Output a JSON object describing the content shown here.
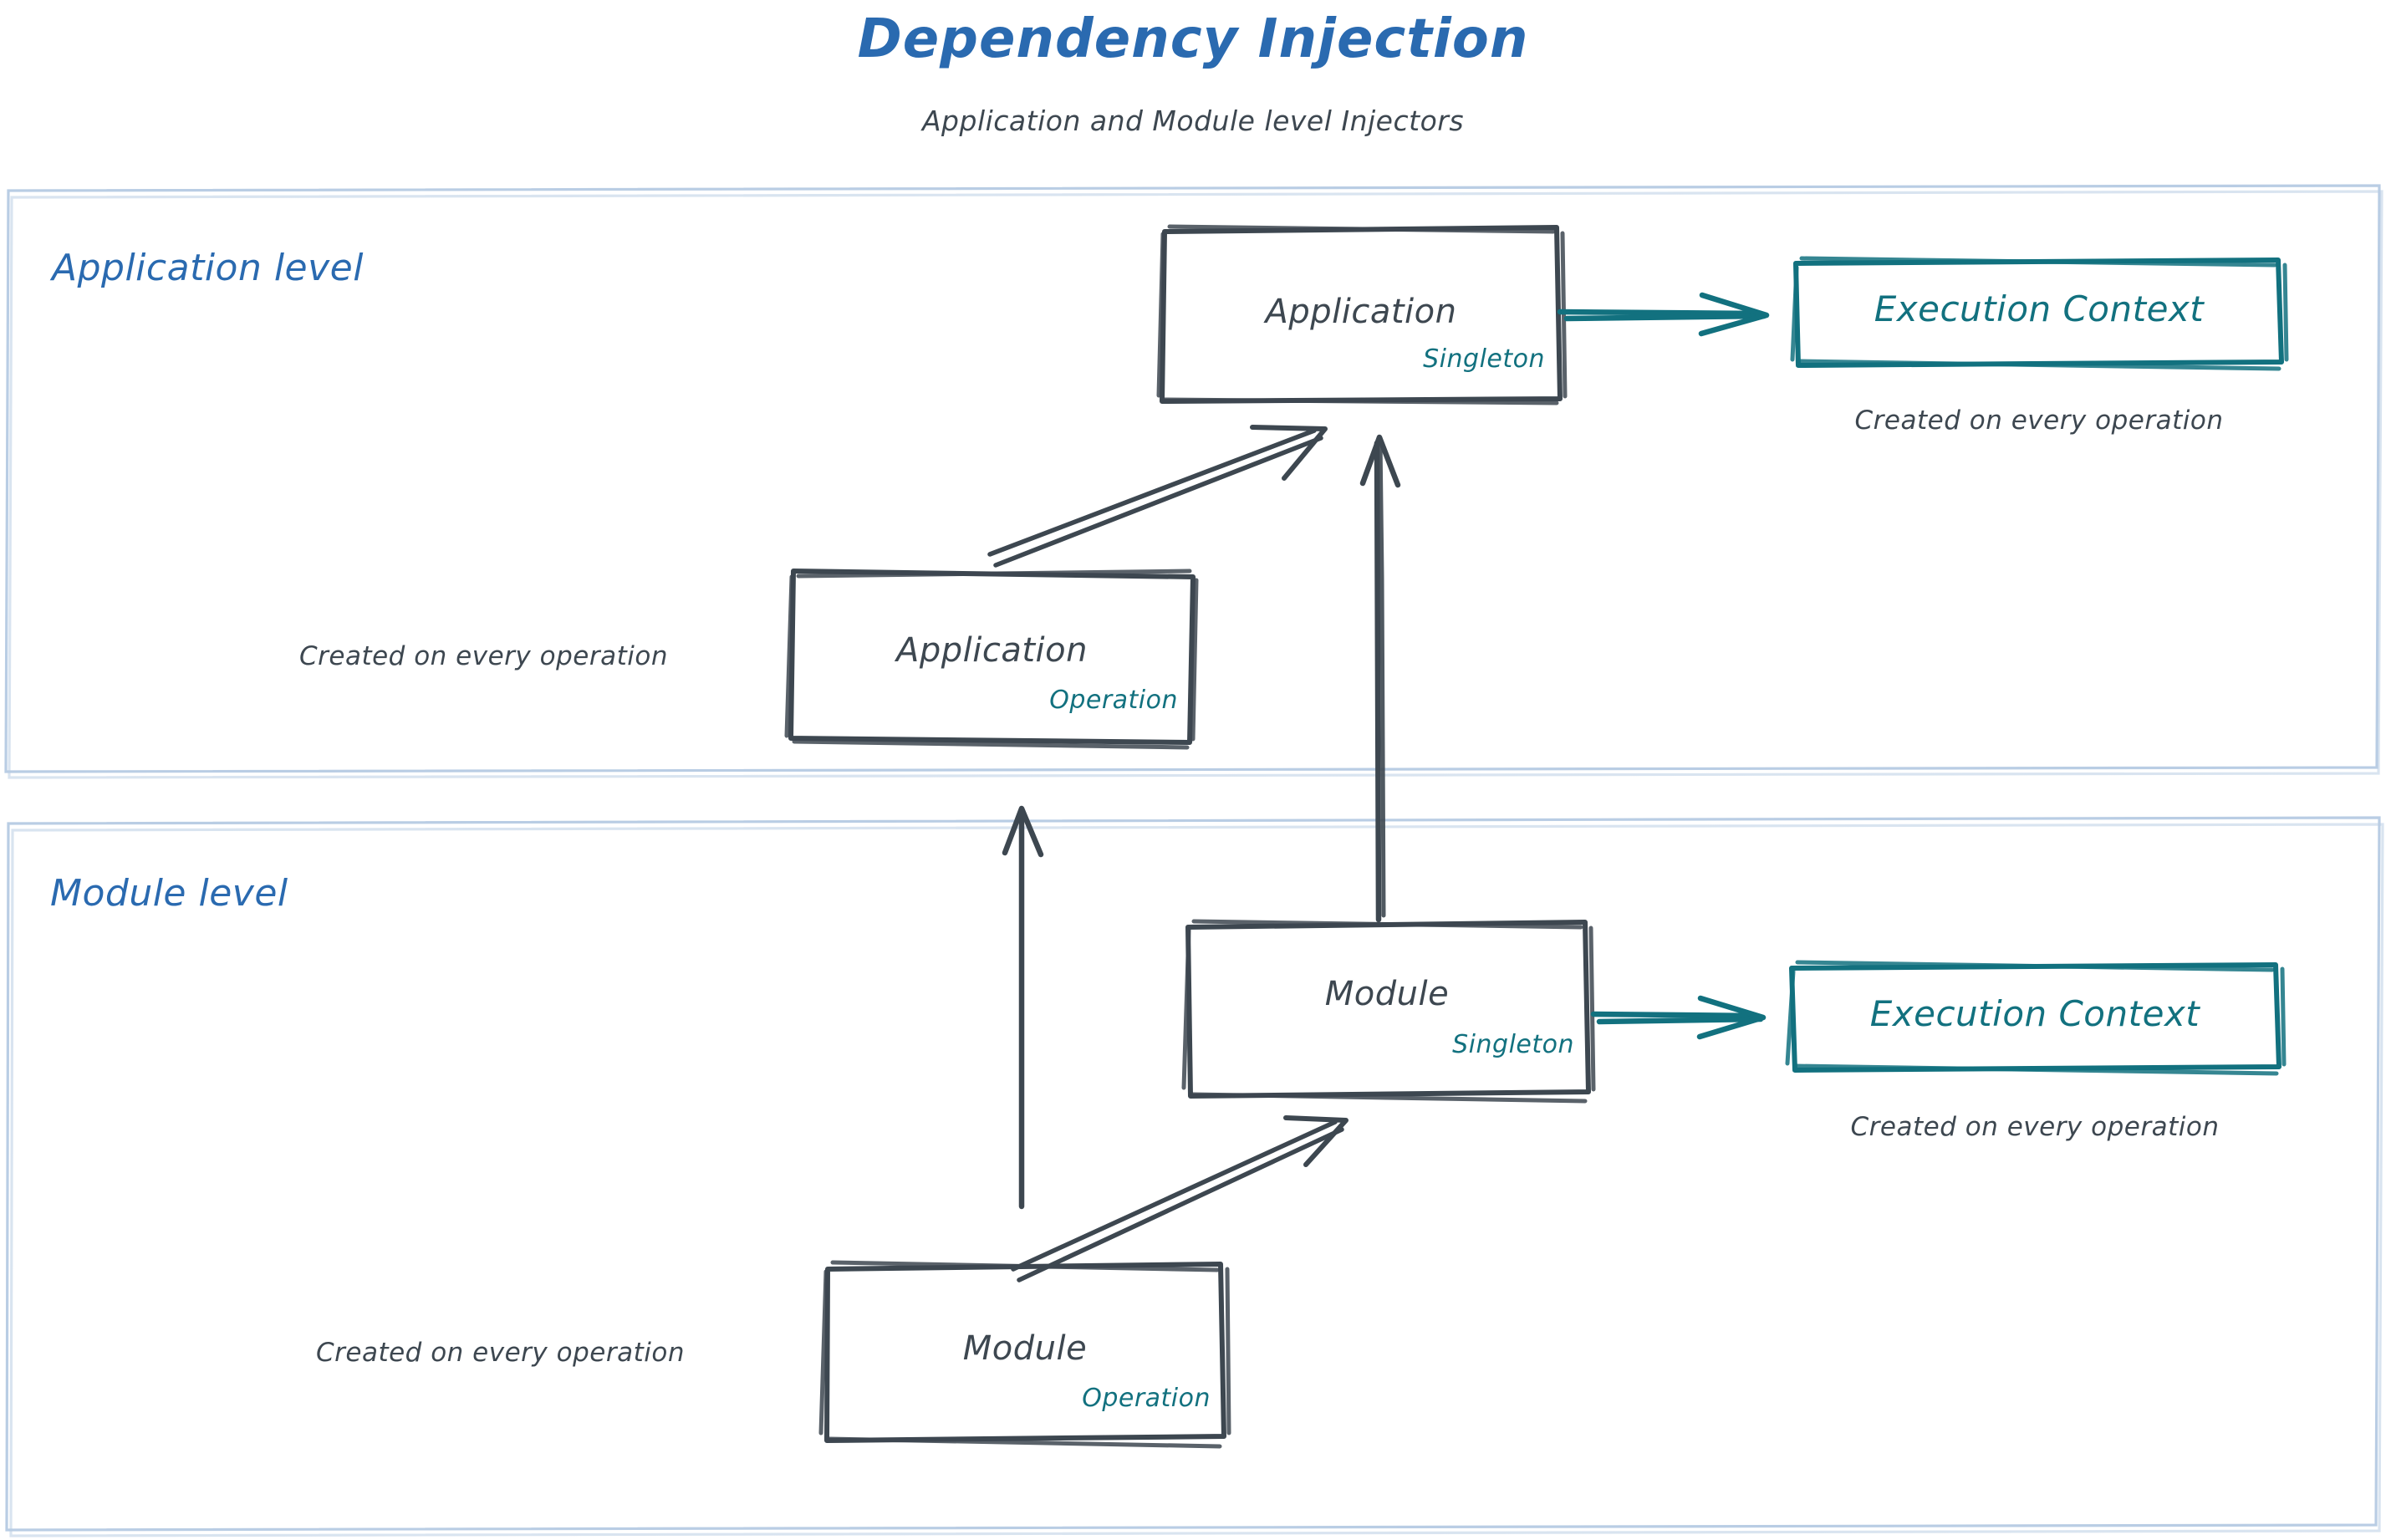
{
  "header": {
    "title": "Dependency Injection",
    "subtitle": "Application and Module level Injectors",
    "title_color": "#2a6ab0",
    "subtitle_color": "#3d4750"
  },
  "palette": {
    "ink": "#3d4750",
    "teal": "#12717f",
    "blue": "#2a6ab0",
    "container_border": "#b9cde4",
    "background": "#ffffff"
  },
  "zones": [
    {
      "id": "application-level",
      "label": "Application level",
      "nodes": [
        {
          "id": "application-singleton",
          "title": "Application",
          "scope": "Singleton",
          "style": "ink-box"
        },
        {
          "id": "application-execution-context",
          "title": "Execution Context",
          "style": "teal-box",
          "caption": "Created on every operation"
        },
        {
          "id": "application-operation",
          "title": "Application",
          "scope": "Operation",
          "style": "ink-box",
          "caption": "Created on every operation"
        }
      ]
    },
    {
      "id": "module-level",
      "label": "Module level",
      "nodes": [
        {
          "id": "module-singleton",
          "title": "Module",
          "scope": "Singleton",
          "style": "ink-box"
        },
        {
          "id": "module-execution-context",
          "title": "Execution Context",
          "style": "teal-box",
          "caption": "Created on every operation"
        },
        {
          "id": "module-operation",
          "title": "Module",
          "scope": "Operation",
          "style": "ink-box",
          "caption": "Created on every operation"
        }
      ]
    }
  ],
  "edges": [
    {
      "id": "app-operation-to-app-singleton",
      "from": "application-operation",
      "to": "application-singleton",
      "color": "#3d4750",
      "kind": "diagonal-up-right"
    },
    {
      "id": "app-singleton-to-app-context",
      "from": "application-singleton",
      "to": "application-execution-context",
      "color": "#12717f",
      "kind": "horizontal-right"
    },
    {
      "id": "module-singleton-to-app-singleton",
      "from": "module-singleton",
      "to": "application-singleton",
      "color": "#3d4750",
      "kind": "vertical-up"
    },
    {
      "id": "module-operation-to-app-operation-zone",
      "from": "module-operation",
      "to": "application-operation",
      "color": "#3d4750",
      "kind": "vertical-up"
    },
    {
      "id": "module-operation-to-module-singleton",
      "from": "module-operation",
      "to": "module-singleton",
      "color": "#3d4750",
      "kind": "diagonal-up-right"
    },
    {
      "id": "module-singleton-to-module-context",
      "from": "module-singleton",
      "to": "module-execution-context",
      "color": "#12717f",
      "kind": "horizontal-right"
    }
  ],
  "captions": {
    "application_operation_left": "Created on every operation",
    "application_context_below": "Created on every operation",
    "module_operation_left": "Created on every operation",
    "module_context_below": "Created on every operation"
  }
}
